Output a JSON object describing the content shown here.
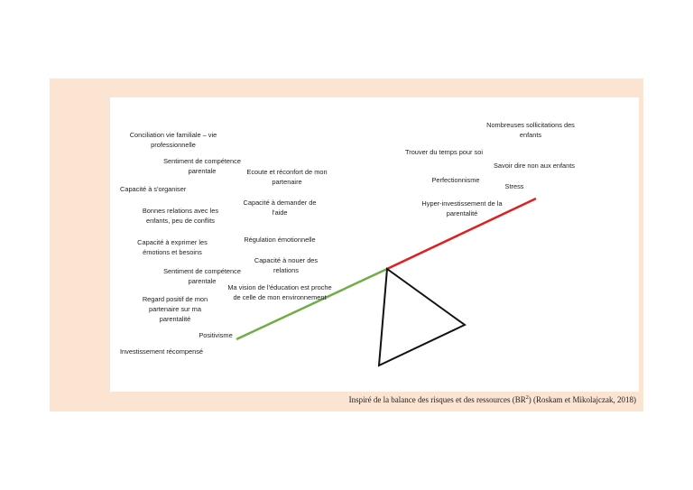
{
  "colors": {
    "frame_background": "#fce4d3",
    "resources_line": "#6fad47",
    "risks_line": "#e02020",
    "fulcrum": "#111111"
  },
  "resources": [
    "Conciliation vie familiale – vie professionnelle",
    "Sentiment de compétence parentale",
    "Ecoute et réconfort de mon partenaire",
    "Capacité à s'organiser",
    "Capacité à demander de l'aide",
    "Bonnes relations avec les enfants, peu de conflits",
    "Régulation émotionnelle",
    "Capacité à exprimer les émotions et besoins",
    "Capacité à nouer des relations",
    "Sentiment de compétence parentale",
    "Ma vision de l'éducation est proche de celle de mon environnement",
    "Regard positif de mon partenaire sur ma parentalité",
    "Positivisme",
    "Investissement récompensé"
  ],
  "risks": [
    "Nombreuses sollicitations des enfants",
    "Trouver du temps pour soi",
    "Savoir dire non aux enfants",
    "Perfectionnisme",
    "Stress",
    "Hyper-investissement de la parentalité"
  ],
  "caption": {
    "text_before": "Inspiré de la balance des risques et des ressources (BR",
    "superscript": "2",
    "text_after": ") (Roskam et Mikolajczak, 2018)"
  }
}
